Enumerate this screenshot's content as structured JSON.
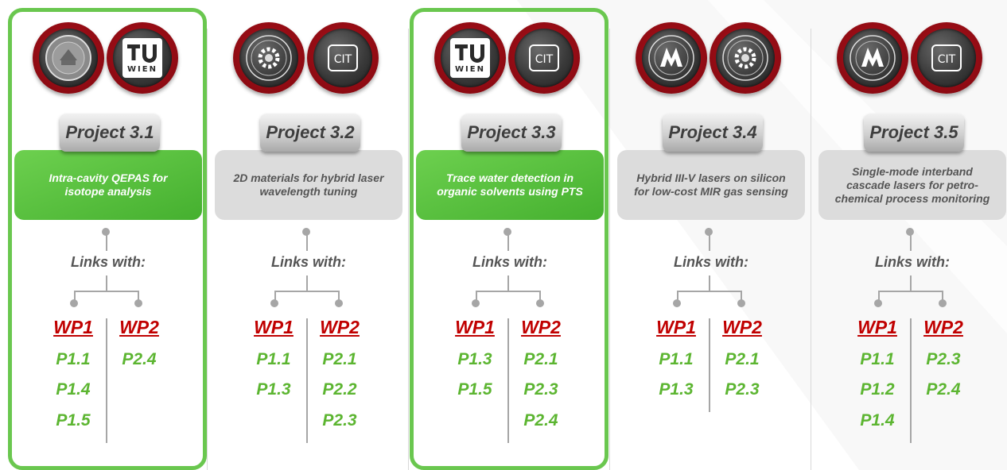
{
  "colors": {
    "accent_green": "#5cb531",
    "wp_red": "#c00000",
    "frame_green": "#6ac74f",
    "logo_red": "#b8121c"
  },
  "projects": [
    {
      "label": "Project 3.1",
      "description": "Intra-cavity QEPAS for\nisotope analysis",
      "highlighted": true,
      "logos": [
        {
          "icon": "university-seal-icon",
          "text": ""
        },
        {
          "icon": "tu-wien-icon",
          "text": "TU\nWIEN"
        }
      ],
      "links_label": "Links with:",
      "wp1": {
        "title": "WP1",
        "items": [
          "P1.1",
          "P1.4",
          "P1.5"
        ]
      },
      "wp2": {
        "title": "WP2",
        "items": [
          "P2.4"
        ]
      }
    },
    {
      "label": "Project 3.2",
      "description": "2D materials for hybrid laser\nwavelength tuning",
      "highlighted": false,
      "logos": [
        {
          "icon": "gear-seal-icon",
          "text": ""
        },
        {
          "icon": "cit-icon",
          "text": "CIT"
        }
      ],
      "links_label": "Links with:",
      "wp1": {
        "title": "WP1",
        "items": [
          "P1.1",
          "P1.3"
        ]
      },
      "wp2": {
        "title": "WP2",
        "items": [
          "P2.1",
          "P2.2",
          "P2.3"
        ]
      }
    },
    {
      "label": "Project 3.3",
      "description": "Trace water detection in\norganic solvents using PTS",
      "highlighted": true,
      "logos": [
        {
          "icon": "tu-wien-icon",
          "text": "TU\nWIEN"
        },
        {
          "icon": "cit-icon",
          "text": "CIT"
        }
      ],
      "links_label": "Links with:",
      "wp1": {
        "title": "WP1",
        "items": [
          "P1.3",
          "P1.5"
        ]
      },
      "wp2": {
        "title": "WP2",
        "items": [
          "P2.1",
          "P2.3",
          "P2.4"
        ]
      }
    },
    {
      "label": "Project 3.4",
      "description": "Hybrid III-V lasers on silicon\nfor low-cost MIR gas sensing",
      "highlighted": false,
      "logos": [
        {
          "icon": "montpellier-seal-icon",
          "text": ""
        },
        {
          "icon": "gear-seal-icon",
          "text": ""
        }
      ],
      "links_label": "Links with:",
      "wp1": {
        "title": "WP1",
        "items": [
          "P1.1",
          "P1.3"
        ]
      },
      "wp2": {
        "title": "WP2",
        "items": [
          "P2.1",
          "P2.3"
        ]
      }
    },
    {
      "label": "Project 3.5",
      "description": "Single-mode interband\ncascade lasers for petro-\nchemical process monitoring",
      "highlighted": false,
      "logos": [
        {
          "icon": "montpellier-seal-icon",
          "text": ""
        },
        {
          "icon": "cit-icon",
          "text": "CIT"
        }
      ],
      "links_label": "Links with:",
      "wp1": {
        "title": "WP1",
        "items": [
          "P1.1",
          "P1.2",
          "P1.4"
        ]
      },
      "wp2": {
        "title": "WP2",
        "items": [
          "P2.3",
          "P2.4"
        ]
      }
    }
  ]
}
